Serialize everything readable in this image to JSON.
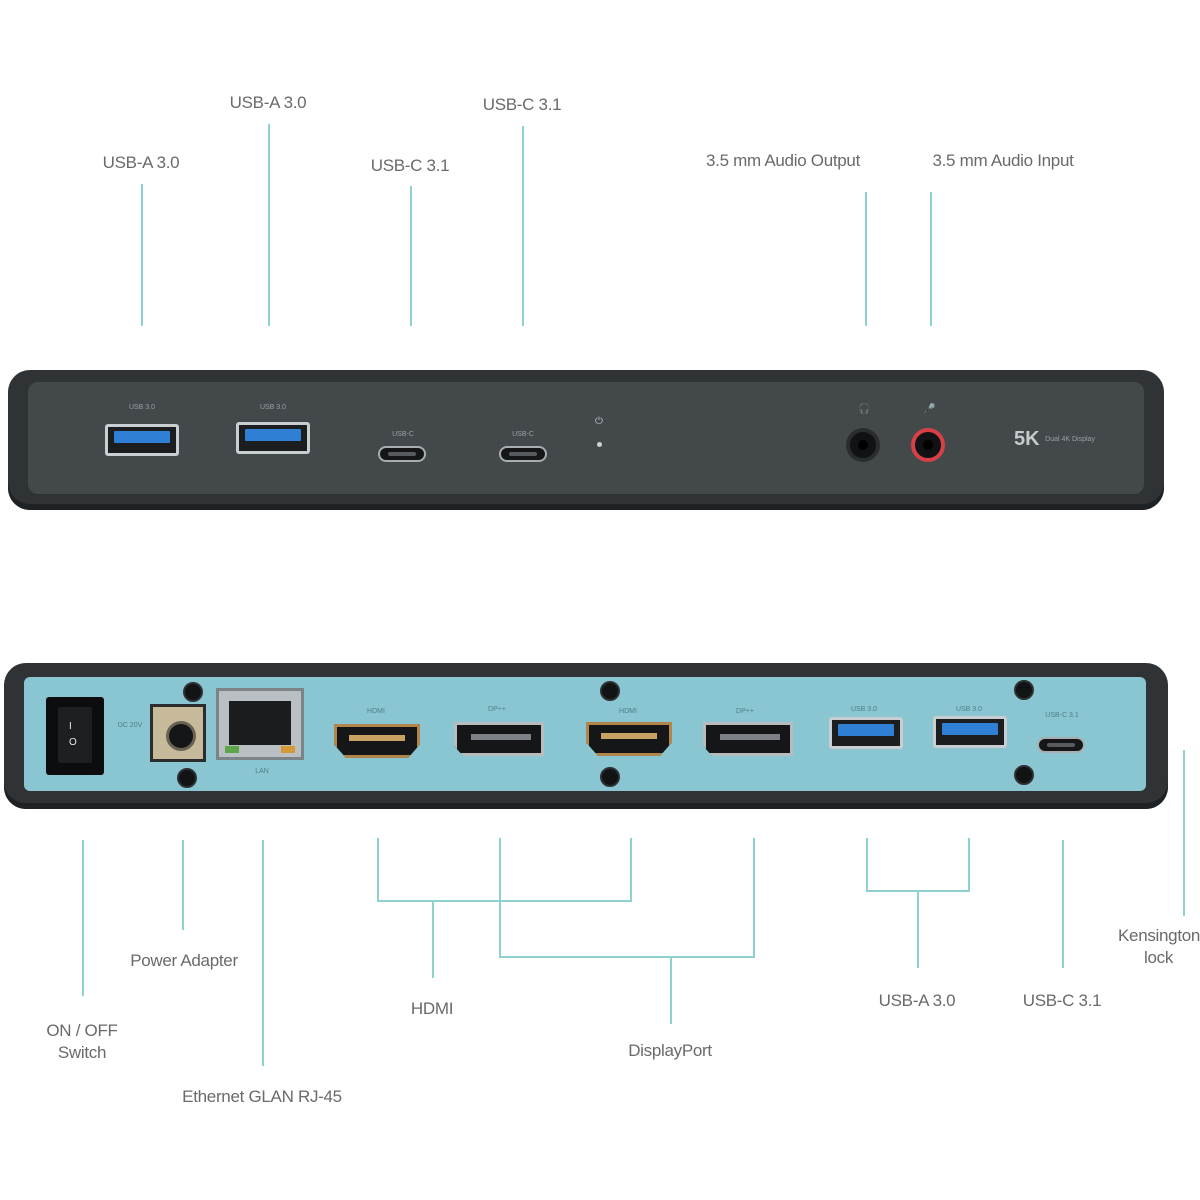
{
  "top_labels": {
    "usb_a_1": "USB-A 3.0",
    "usb_a_2": "USB-A 3.0",
    "usb_c_1": "USB-C 3.1",
    "usb_c_2": "USB-C 3.1",
    "audio_out": "3.5 mm Audio Output",
    "audio_in": "3.5 mm Audio Input"
  },
  "front_panel": {
    "usb_a_tag": "USB 3.0",
    "usb_c_tag": "USB-C",
    "badge_main": "5K",
    "badge_sub": "Dual 4K Display"
  },
  "bottom_labels": {
    "switch": [
      "ON / OFF",
      "Switch"
    ],
    "power": "Power Adapter",
    "ethernet": "Ethernet GLAN RJ-45",
    "hdmi": "HDMI",
    "displayport": "DisplayPort",
    "usb_a": "USB-A 3.0",
    "usb_c": "USB-C 3.1",
    "kensington": [
      "Kensington",
      "lock"
    ]
  },
  "rear_panel": {
    "switch_on": "I",
    "switch_off": "O",
    "dc_tag": "DC 20V",
    "lan_tag": "LAN",
    "hdmi_tag": "HDMI",
    "dp_tag": "DP++",
    "usb_a_tag": "USB 3.0",
    "usb_c_tag": "USB-C 3.1"
  },
  "colors": {
    "rear_accent": "#8ac5d2",
    "leader_lines": "#8fd0d0",
    "chassis": "#2f3335"
  }
}
